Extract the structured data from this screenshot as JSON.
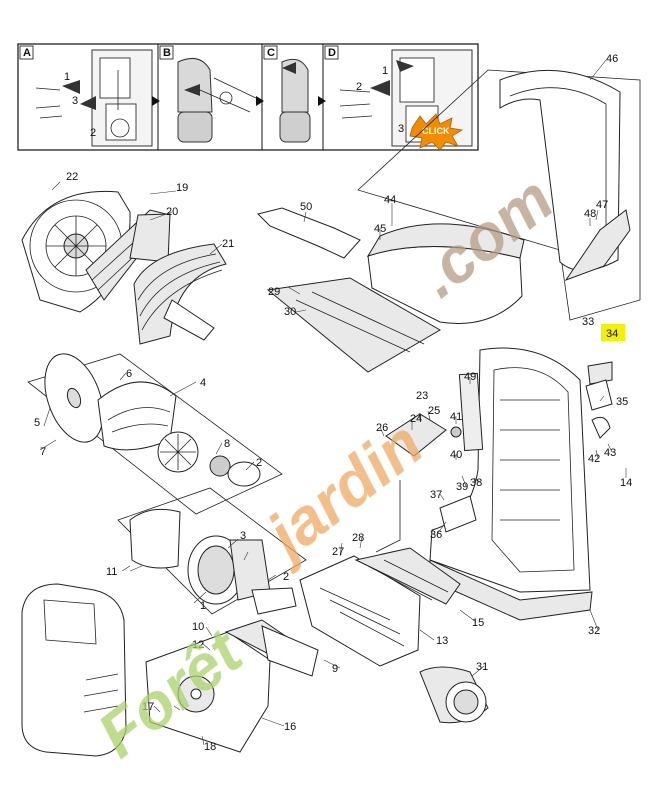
{
  "steps": [
    {
      "letter": "A",
      "numbers": [
        "1",
        "2",
        "3"
      ]
    },
    {
      "letter": "B",
      "numbers": []
    },
    {
      "letter": "C",
      "numbers": []
    },
    {
      "letter": "D",
      "numbers": [
        "1",
        "2",
        "3"
      ],
      "click_label": "CLICK"
    }
  ],
  "part_numbers": [
    "1",
    "2",
    "2",
    "3",
    "4",
    "5",
    "6",
    "7",
    "8",
    "9",
    "10",
    "11",
    "12",
    "13",
    "14",
    "15",
    "16",
    "17",
    "18",
    "19",
    "20",
    "21",
    "22",
    "23",
    "24",
    "25",
    "26",
    "27",
    "28",
    "29",
    "30",
    "31",
    "32",
    "33",
    "34",
    "35",
    "36",
    "37",
    "38",
    "39",
    "40",
    "41",
    "42",
    "43",
    "44",
    "45",
    "46",
    "47",
    "48",
    "49",
    "50"
  ],
  "highlighted_part": "34",
  "watermark": {
    "text1": "Forêt",
    "text2": "jardin",
    "text3": ".com"
  },
  "colors": {
    "highlight": "#f2f200",
    "watermark_green": "#a8d26a",
    "watermark_orange": "#f0a860",
    "watermark_brown": "#b49b82",
    "click_orange": "#f28c00"
  }
}
